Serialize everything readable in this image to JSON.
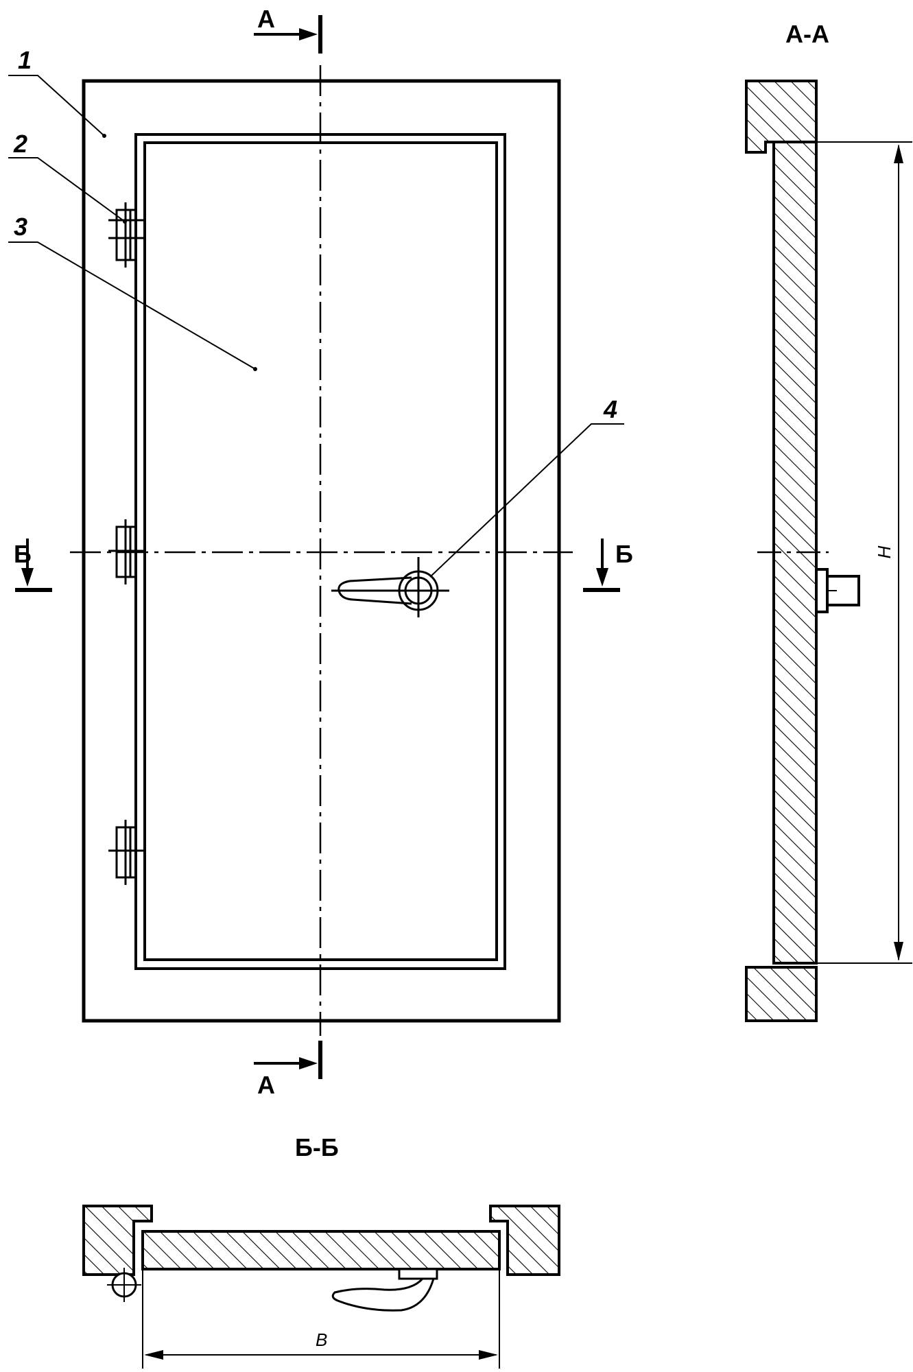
{
  "section_labels": {
    "a_top": "А",
    "a_bottom": "А",
    "b_left": "Б",
    "b_right": "Б",
    "view_aa": "А-А",
    "view_bb": "Б-Б"
  },
  "callouts": [
    "1",
    "2",
    "3",
    "4"
  ],
  "dimensions": {
    "height": "H",
    "width": "B"
  }
}
